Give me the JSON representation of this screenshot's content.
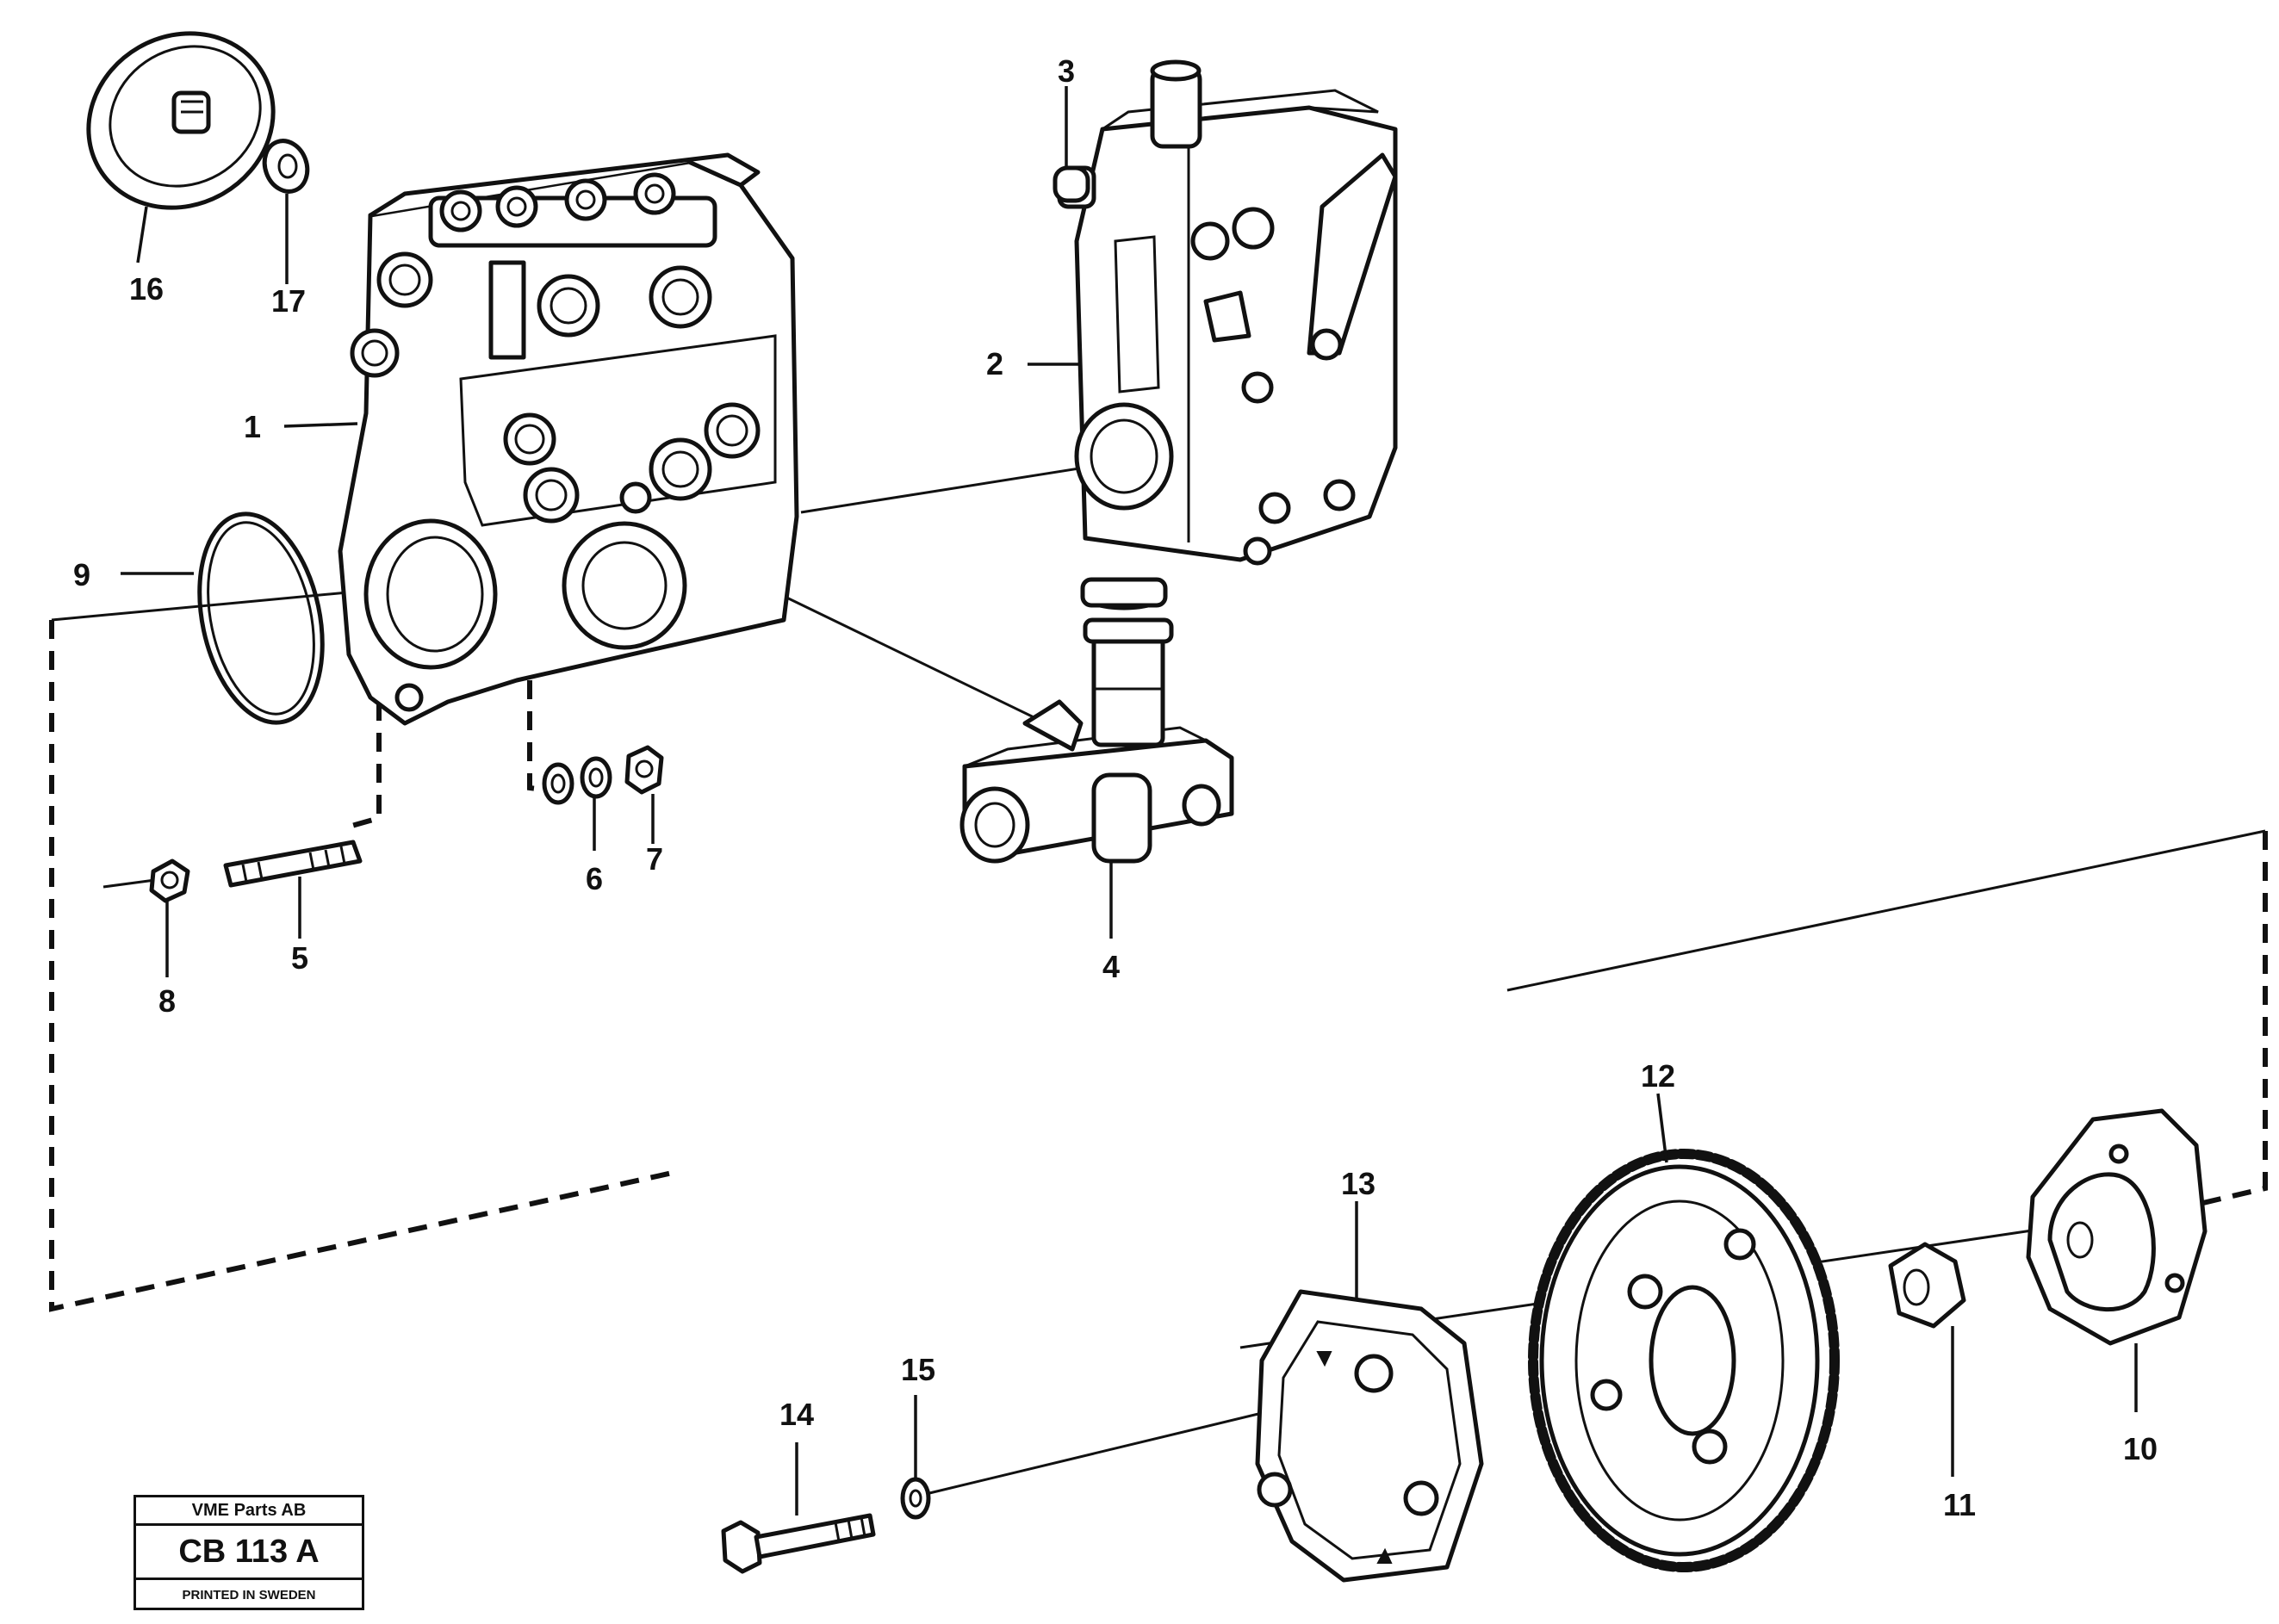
{
  "diagram": {
    "callouts": {
      "c1": "1",
      "c2": "2",
      "c3": "3",
      "c4": "4",
      "c5": "5",
      "c6": "6",
      "c7": "7",
      "c8": "8",
      "c9": "9",
      "c10": "10",
      "c11": "11",
      "c12": "12",
      "c13": "13",
      "c14": "14",
      "c15": "15",
      "c16": "16",
      "c17": "17"
    }
  },
  "stamp": {
    "company": "VME Parts AB",
    "code": "CB 113 A",
    "printed": "PRINTED IN SWEDEN"
  }
}
